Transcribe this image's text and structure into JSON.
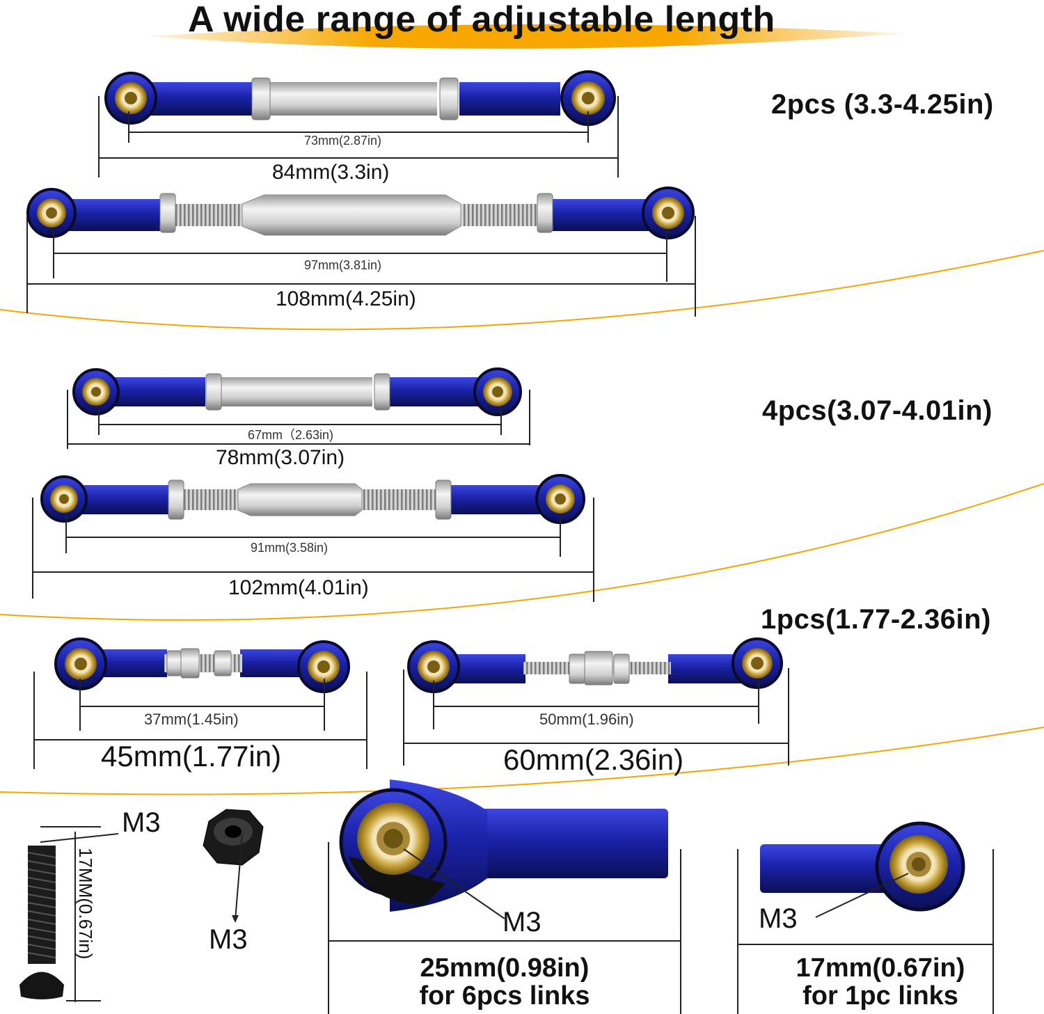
{
  "title": "A wide range of adjustable length",
  "groups": {
    "g1": "2pcs (3.3-4.25in)",
    "g2": "4pcs(3.07-4.01in)",
    "g3": "1pcs(1.77-2.36in)"
  },
  "links": {
    "l1_inner": "73mm(2.87in)",
    "l1_outer": "84mm(3.3in)",
    "l2_inner": "97mm(3.81in)",
    "l2_outer": "108mm(4.25in)",
    "l3_inner": "67mm（2.63in)",
    "l3_outer": "78mm(3.07in)",
    "l4_inner": "91mm(3.58in)",
    "l4_outer": "102mm(4.01in)",
    "l5_inner": "37mm(1.45in)",
    "l5_outer": "45mm(1.77in)",
    "l6_inner": "50mm(1.96in)",
    "l6_outer": "60mm(2.36in)"
  },
  "hardware": {
    "screw_thread": "M3",
    "screw_length": "17MM(0.67in)",
    "nut_thread": "M3",
    "end_large_thread": "M3",
    "end_large_line1": "25mm(0.98in)",
    "end_large_line2": "for 6pcs links",
    "end_small_thread": "M3",
    "end_small_line1": "17mm(0.67in)",
    "end_small_line2": "for 1pc links"
  },
  "colors": {
    "accent_orange": "#f5a400",
    "anodized_blue": "#1a22a8",
    "brass": "#c9a43a",
    "steel": "#c8c8c8"
  }
}
